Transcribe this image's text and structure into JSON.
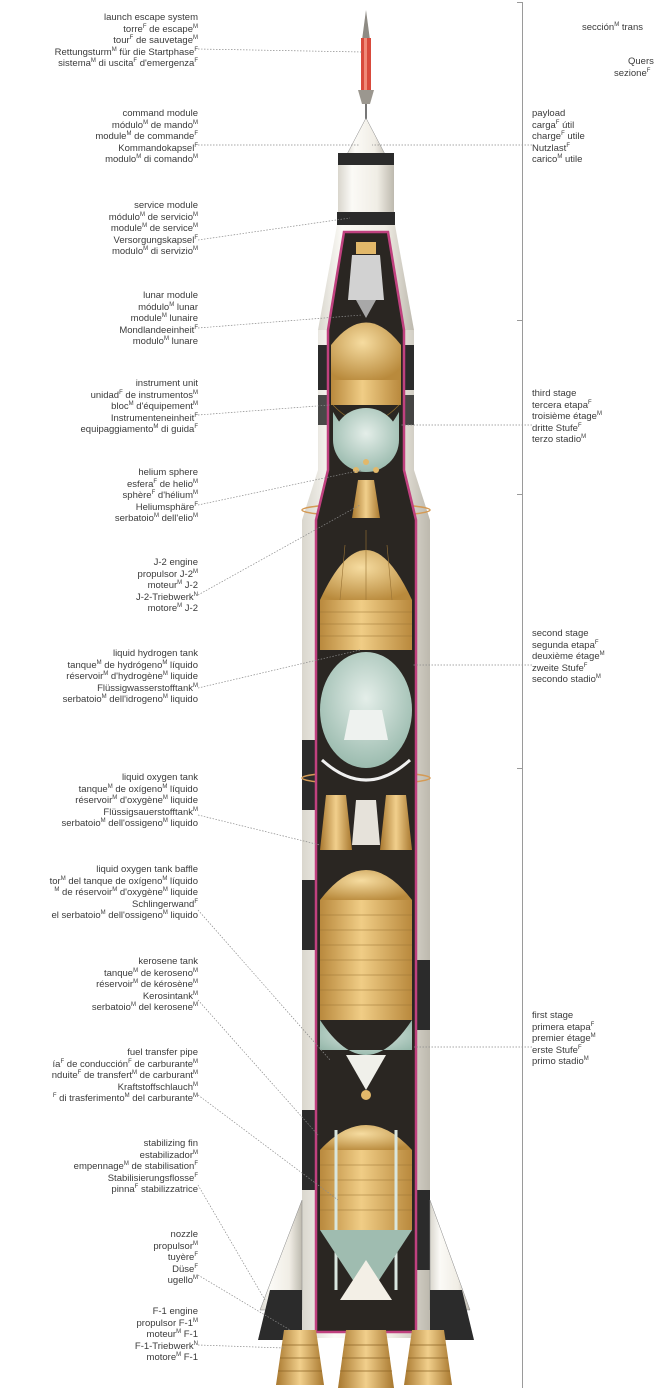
{
  "header_fragments": {
    "left": "sección",
    "left_sup": "M",
    "left_tail": " trans",
    "second_top": "Quers",
    "second_bottom": "sezione",
    "second_bottom_sup": "F"
  },
  "left_labels": [
    {
      "id": "launch-escape",
      "lines": [
        [
          "launch escape system",
          ""
        ],
        [
          "torre",
          "F",
          " de escape",
          "M"
        ],
        [
          "tour",
          "F",
          " de sauvetage",
          "M"
        ],
        [
          "Rettungsturm",
          "M",
          " für die Startphase",
          "F"
        ],
        [
          "sistema",
          "M",
          " di uscita",
          "F",
          " d'emergenza",
          "F"
        ]
      ]
    },
    {
      "id": "command-module",
      "lines": [
        [
          "command module",
          ""
        ],
        [
          "módulo",
          "M",
          " de mando",
          "M"
        ],
        [
          "module",
          "M",
          " de commande",
          "F"
        ],
        [
          "Kommandokapsel",
          "F"
        ],
        [
          "modulo",
          "M",
          " di comando",
          "M"
        ]
      ]
    },
    {
      "id": "service-module",
      "lines": [
        [
          "service module",
          ""
        ],
        [
          "módulo",
          "M",
          " de servicio",
          "M"
        ],
        [
          "module",
          "M",
          " de service",
          "M"
        ],
        [
          "Versorgungskapsel",
          "F"
        ],
        [
          "modulo",
          "M",
          " di servizio",
          "M"
        ]
      ]
    },
    {
      "id": "lunar-module",
      "lines": [
        [
          "lunar module",
          ""
        ],
        [
          "módulo",
          "M",
          " lunar"
        ],
        [
          "module",
          "M",
          " lunaire"
        ],
        [
          "Mondlandeeinheit",
          "F"
        ],
        [
          "modulo",
          "M",
          " lunare"
        ]
      ]
    },
    {
      "id": "instrument-unit",
      "lines": [
        [
          "instrument unit",
          ""
        ],
        [
          "unidad",
          "F",
          " de instrumentos",
          "M"
        ],
        [
          "bloc",
          "M",
          " d'équipement",
          "M"
        ],
        [
          "Instrumenteneinheit",
          "F"
        ],
        [
          "equipaggiamento",
          "M",
          " di guida",
          "F"
        ]
      ]
    },
    {
      "id": "helium-sphere",
      "lines": [
        [
          "helium sphere",
          ""
        ],
        [
          "esfera",
          "F",
          " de helio",
          "M"
        ],
        [
          "sphère",
          "F",
          " d'hélium",
          "M"
        ],
        [
          "Heliumsphäre",
          "F"
        ],
        [
          "serbatoio",
          "M",
          " dell'elio",
          "M"
        ]
      ]
    },
    {
      "id": "j2-engine",
      "lines": [
        [
          "J-2 engine",
          ""
        ],
        [
          "propulsor J-2",
          "M"
        ],
        [
          "moteur",
          "M",
          " J-2"
        ],
        [
          "J-2-Triebwerk",
          "N"
        ],
        [
          "motore",
          "M",
          " J-2"
        ]
      ]
    },
    {
      "id": "liquid-hydrogen-tank",
      "lines": [
        [
          "liquid hydrogen tank",
          ""
        ],
        [
          "tanque",
          "M",
          " de hydrógeno",
          "M",
          " líquido"
        ],
        [
          "réservoir",
          "M",
          " d'hydrogène",
          "M",
          " liquide"
        ],
        [
          "Flüssigwasserstofftank",
          "M"
        ],
        [
          "serbatoio",
          "M",
          " dell'idrogeno",
          "M",
          " liquido"
        ]
      ]
    },
    {
      "id": "liquid-oxygen-tank",
      "lines": [
        [
          "liquid oxygen tank",
          ""
        ],
        [
          "tanque",
          "M",
          " de oxígeno",
          "M",
          " líquido"
        ],
        [
          "réservoir",
          "M",
          " d'oxygène",
          "M",
          " liquide"
        ],
        [
          "Flüssigsauerstofftank",
          "M"
        ],
        [
          "serbatoio",
          "M",
          " dell'ossigeno",
          "M",
          " liquido"
        ]
      ]
    },
    {
      "id": "lox-tank-baffle",
      "lines": [
        [
          "liquid oxygen tank baffle",
          ""
        ],
        [
          "tor",
          "M",
          " del tanque de oxígeno",
          "M",
          " líquido"
        ],
        [
          "",
          "M",
          " de réservoir",
          "M",
          " d'oxygène",
          "M",
          " liquide"
        ],
        [
          "Schlingerwand",
          "F"
        ],
        [
          "el serbatoio",
          "M",
          " dell'ossigeno",
          "M",
          " liquido"
        ]
      ]
    },
    {
      "id": "kerosene-tank",
      "lines": [
        [
          "kerosene tank",
          ""
        ],
        [
          "tanque",
          "M",
          " de keroseno",
          "M"
        ],
        [
          "réservoir",
          "M",
          " de kérosène",
          "M"
        ],
        [
          "Kerosintank",
          "M"
        ],
        [
          "serbatoio",
          "M",
          " del kerosene",
          "M"
        ]
      ]
    },
    {
      "id": "fuel-transfer-pipe",
      "lines": [
        [
          "fuel transfer pipe",
          ""
        ],
        [
          "ía",
          "F",
          " de conducción",
          "F",
          " de carburante",
          "M"
        ],
        [
          "nduite",
          "F",
          " de transfert",
          "M",
          " de carburant",
          "M"
        ],
        [
          "Kraftstoffschlauch",
          "M"
        ],
        [
          "",
          "F",
          " di trasferimento",
          "M",
          " del carburante",
          "M"
        ]
      ]
    },
    {
      "id": "stabilizing-fin",
      "lines": [
        [
          "stabilizing fin",
          ""
        ],
        [
          "estabilizador",
          "M"
        ],
        [
          "empennage",
          "M",
          " de stabilisation",
          "F"
        ],
        [
          "Stabilisierungsflosse",
          "F"
        ],
        [
          "pinna",
          "F",
          " stabilizzatrice"
        ]
      ]
    },
    {
      "id": "nozzle",
      "lines": [
        [
          "nozzle",
          ""
        ],
        [
          "propulsor",
          "M"
        ],
        [
          "tuyère",
          "F"
        ],
        [
          "Düse",
          "F"
        ],
        [
          "ugello",
          "M"
        ]
      ]
    },
    {
      "id": "f1-engine",
      "lines": [
        [
          "F-1 engine",
          ""
        ],
        [
          "propulsor F-1",
          "M"
        ],
        [
          "moteur",
          "M",
          " F-1"
        ],
        [
          "F-1-Triebwerk",
          "N"
        ],
        [
          "motore",
          "M",
          " F-1"
        ]
      ]
    }
  ],
  "right_labels": [
    {
      "id": "payload",
      "lines": [
        [
          "payload",
          ""
        ],
        [
          "carga",
          "F",
          " útil"
        ],
        [
          "charge",
          "F",
          " utile"
        ],
        [
          "Nutzlast",
          "F"
        ],
        [
          "carico",
          "M",
          " utile"
        ]
      ]
    },
    {
      "id": "third-stage",
      "lines": [
        [
          "third stage",
          ""
        ],
        [
          "tercera etapa",
          "F"
        ],
        [
          "troisième étage",
          "M"
        ],
        [
          "dritte Stufe",
          "F"
        ],
        [
          "terzo stadio",
          "M"
        ]
      ]
    },
    {
      "id": "second-stage",
      "lines": [
        [
          "second stage",
          ""
        ],
        [
          "segunda etapa",
          "F"
        ],
        [
          "deuxième étage",
          "M"
        ],
        [
          "zweite Stufe",
          "F"
        ],
        [
          "secondo stadio",
          "M"
        ]
      ]
    },
    {
      "id": "first-stage",
      "lines": [
        [
          "first stage",
          ""
        ],
        [
          "primera etapa",
          "F"
        ],
        [
          "premier étage",
          "M"
        ],
        [
          "erste Stufe",
          "F"
        ],
        [
          "primo stadio",
          "M"
        ]
      ]
    }
  ],
  "colors": {
    "hull": "#f4f2ec",
    "band": "#2b2b2b",
    "cut": "#c0417f",
    "tank": "#d8ad62",
    "tank_dark": "#b9893d",
    "teal": "#bcd3c9",
    "nose_red": "#d84a3c",
    "leader": "#8a8a8a"
  }
}
